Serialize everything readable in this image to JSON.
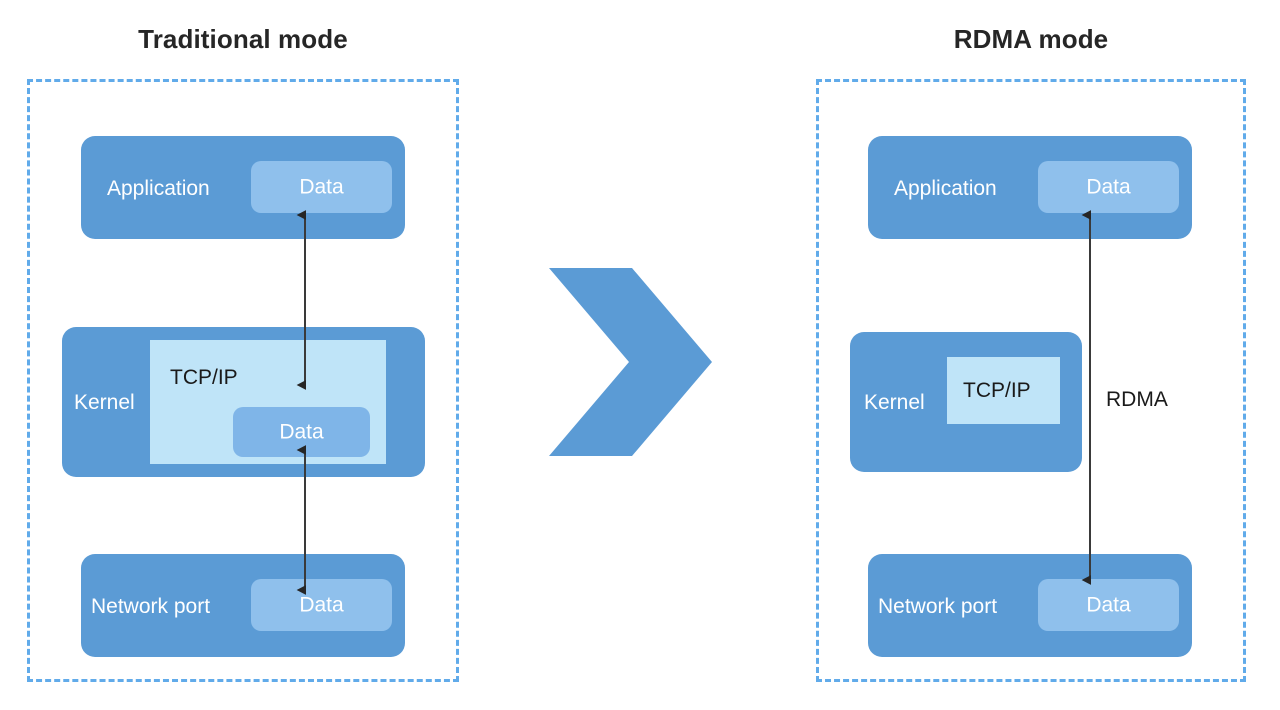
{
  "diagram": {
    "title_left": "Traditional mode",
    "title_right": "RDMA mode",
    "colors": {
      "block_blue": "#5B9BD5",
      "data_chip_blue": "#8FC0EC",
      "tcpip_light_blue": "#BFE4F8",
      "dashed_border_blue": "#61ABEA",
      "arrow_black": "#262626",
      "title_text": "#262626",
      "background": "#FFFFFF"
    }
  },
  "traditional": {
    "panel_name": "traditional-mode-panel",
    "application": {
      "label": "Application",
      "data_label": "Data"
    },
    "kernel": {
      "label": "Kernel",
      "tcpip_label": "TCP/IP",
      "data_label": "Data"
    },
    "network_port": {
      "label": "Network port",
      "data_label": "Data"
    },
    "arrows": [
      {
        "name": "app-to-kernel-arrow",
        "direction": "bidirectional"
      },
      {
        "name": "kernel-to-network-arrow",
        "direction": "bidirectional"
      }
    ]
  },
  "transition": {
    "icon": "chevron-right-icon"
  },
  "rdma": {
    "panel_name": "rdma-mode-panel",
    "application": {
      "label": "Application",
      "data_label": "Data"
    },
    "kernel": {
      "label": "Kernel",
      "tcpip_label": "TCP/IP"
    },
    "network_port": {
      "label": "Network port",
      "data_label": "Data"
    },
    "bypass_arrow": {
      "label": "RDMA",
      "direction": "bidirectional"
    }
  }
}
